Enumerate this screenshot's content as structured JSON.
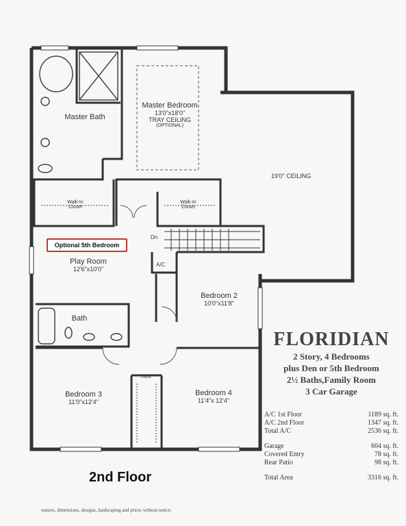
{
  "rooms": {
    "master_bath": "Master Bath",
    "master_bedroom": {
      "name": "Master Bedroom",
      "dims": "13'0\"x18'0\"",
      "note1": "TRAY CEILING",
      "note2": "(OPTIONAL)"
    },
    "ceiling": "19'0\" CEILING",
    "walkin_closet_left": [
      "Walk-In",
      "Closet"
    ],
    "walkin_closet_right": [
      "Walk-In",
      "Closet"
    ],
    "dn": "Dn",
    "optional_5th": "Optional 5th Bedroom",
    "play_room": {
      "name": "Play Room",
      "dims": "12'6\"x10'0\""
    },
    "ac": "A/C",
    "bedroom2": {
      "name": "Bedroom 2",
      "dims": "10'0\"x11'8\""
    },
    "bath": "Bath",
    "linen": "LINEN",
    "bedroom3": {
      "name": "Bedroom 3",
      "dims": "11'0\"x12'4\""
    },
    "bedroom4": {
      "name": "Bedroom 4",
      "dims": "11'4\"x 12'4\""
    }
  },
  "brand": {
    "title": "FLORIDIAN",
    "lines": [
      "2 Story, 4 Bedrooms",
      "plus Den or 5th Bedroom",
      "2½ Baths,Family Room",
      "3 Car Garage"
    ]
  },
  "areas": [
    {
      "label": "A/C 1st Floor",
      "value": "1189 sq. ft."
    },
    {
      "label": "A/C 2nd Floor",
      "value": "1347 sq. ft."
    },
    {
      "label": "Total A/C",
      "value": "2536 sq. ft."
    },
    {
      "label": "Garage",
      "value": "604 sq. ft."
    },
    {
      "label": "Covered Entry",
      "value": "78 sq. ft."
    },
    {
      "label": "Rear Patio",
      "value": "98 sq. ft."
    },
    {
      "label": "Total Area",
      "value": "3316 sq. ft."
    }
  ],
  "floor_label": "2nd Floor",
  "disclaimer": "eatures, dimensions, designs, landscaping and prices without notice."
}
